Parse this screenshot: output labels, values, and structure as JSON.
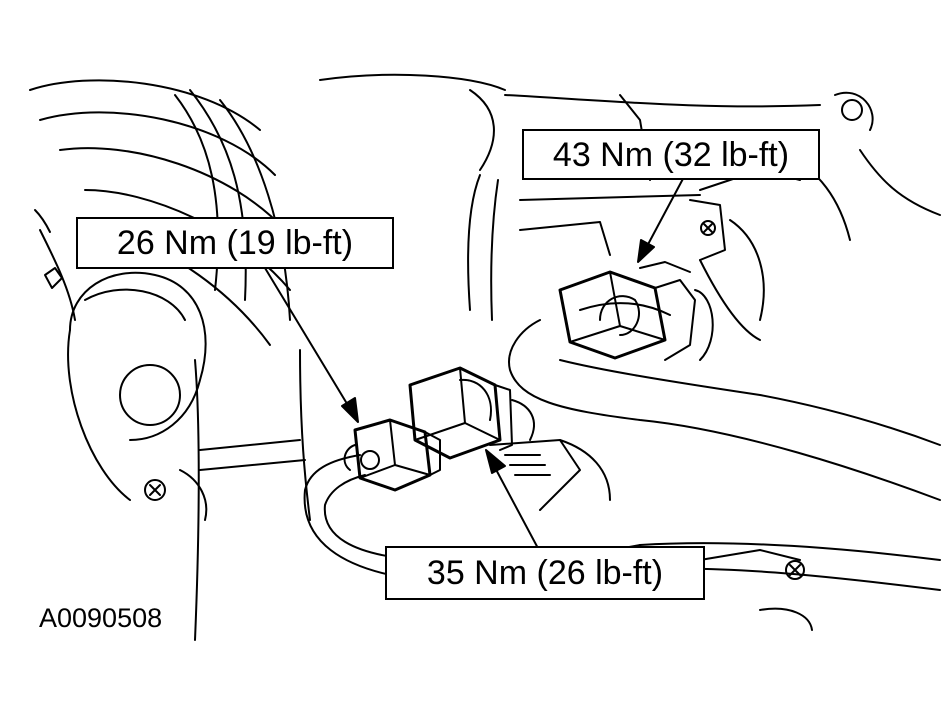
{
  "callouts": {
    "fitting_top_right": "43 Nm (32 lb-ft)",
    "fitting_left": "26 Nm (19 lb-ft)",
    "fitting_bottom": "35 Nm (26 lb-ft)"
  },
  "figure_id": "A0090508",
  "colors": {
    "line": "#000000",
    "background": "#ffffff"
  }
}
